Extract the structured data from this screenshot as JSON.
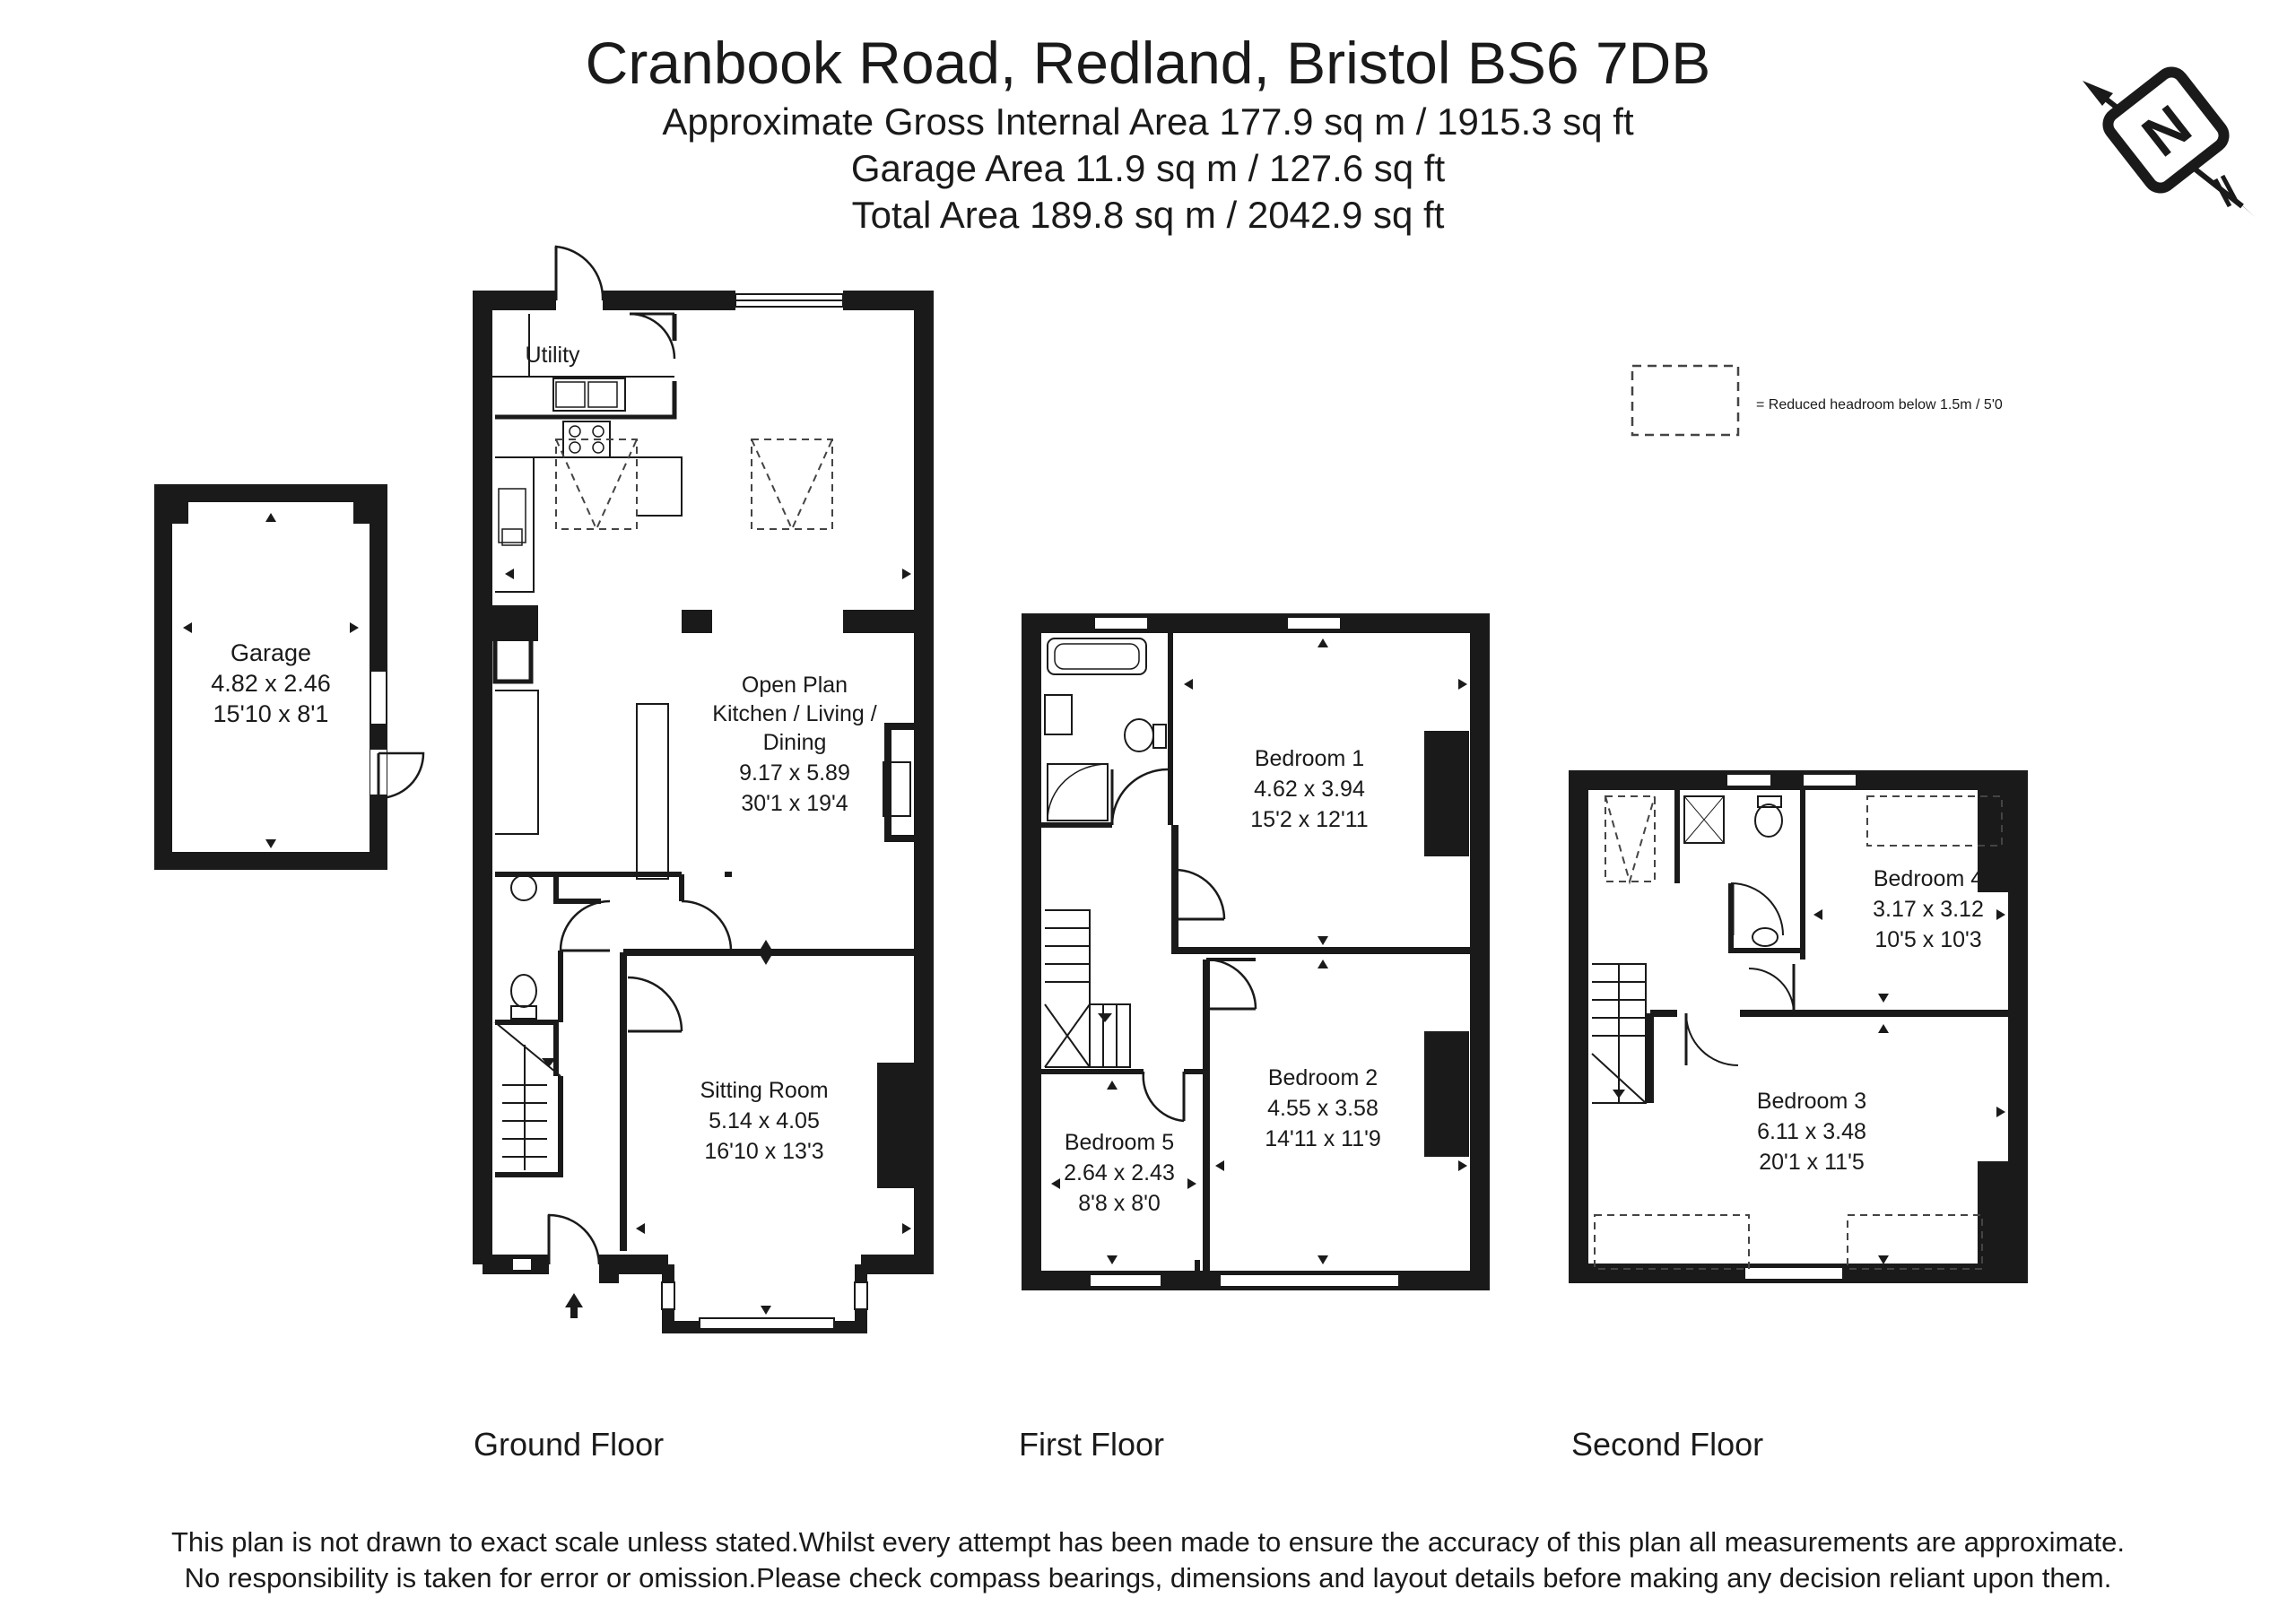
{
  "header": {
    "title": "Cranbook Road, Redland, Bristol BS6 7DB",
    "gross_area": "Approximate Gross Internal Area 177.9 sq m / 1915.3 sq ft",
    "garage_area": "Garage Area 11.9 sq m / 127.6 sq ft",
    "total_area": "Total Area 189.8 sq m / 2042.9 sq ft"
  },
  "compass": {
    "letter": "N"
  },
  "legend": {
    "text": "= Reduced headroom below 1.5m / 5'0"
  },
  "rooms": {
    "garage": {
      "name": "Garage",
      "metric": "4.82 x 2.46",
      "imperial": "15'10 x 8'1"
    },
    "utility": {
      "name": "Utility"
    },
    "open_plan": {
      "line1": "Open Plan",
      "line2": "Kitchen / Living /",
      "line3": "Dining",
      "metric": "9.17 x 5.89",
      "imperial": "30'1 x 19'4"
    },
    "sitting_room": {
      "name": "Sitting Room",
      "metric": "5.14 x 4.05",
      "imperial": "16'10 x 13'3"
    },
    "bedroom1": {
      "name": "Bedroom 1",
      "metric": "4.62 x 3.94",
      "imperial": "15'2 x 12'11"
    },
    "bedroom2": {
      "name": "Bedroom 2",
      "metric": "4.55 x 3.58",
      "imperial": "14'11 x 11'9"
    },
    "bedroom5": {
      "name": "Bedroom 5",
      "metric": "2.64 x 2.43",
      "imperial": "8'8 x 8'0"
    },
    "bedroom4": {
      "name": "Bedroom 4",
      "metric": "3.17 x 3.12",
      "imperial": "10'5 x 10'3"
    },
    "bedroom3": {
      "name": "Bedroom 3",
      "metric": "6.11 x 3.48",
      "imperial": "20'1 x 11'5"
    }
  },
  "floors": {
    "ground": "Ground Floor",
    "first": "First Floor",
    "second": "Second Floor"
  },
  "footer": {
    "line1": "This plan is not drawn to exact scale unless stated.Whilst every attempt has been made to ensure the accuracy of this plan all measurements are approximate.",
    "line2": "No responsibility is taken for error or omission.Please check compass bearings, dimensions and layout details before making any decision reliant upon them."
  }
}
